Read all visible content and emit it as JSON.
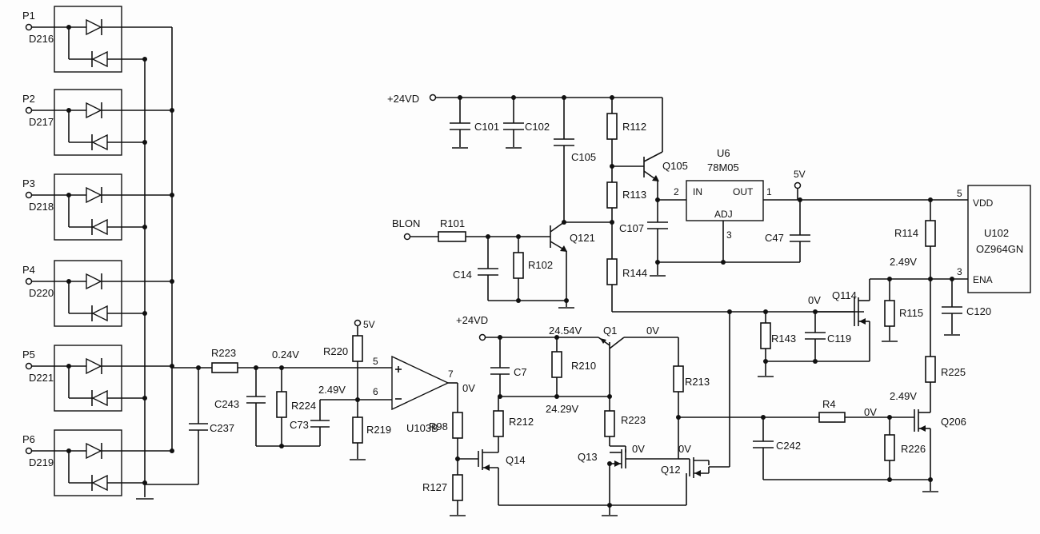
{
  "ports": [
    {
      "port": "P1",
      "diode": "D216"
    },
    {
      "port": "P2",
      "diode": "D217"
    },
    {
      "port": "P3",
      "diode": "D218"
    },
    {
      "port": "P4",
      "diode": "D220"
    },
    {
      "port": "P5",
      "diode": "D221"
    },
    {
      "port": "P6",
      "diode": "D219"
    }
  ],
  "power": {
    "v24_top": "+24VD",
    "v24_bottom": "+24VD",
    "v5_u6": "5V",
    "v5_comp": "5V"
  },
  "signals": {
    "blon": "BLON"
  },
  "ics": {
    "u6_name": "U6",
    "u6_part": "78M05",
    "u6_in": "IN",
    "u6_out": "OUT",
    "u6_adj": "ADJ",
    "u6_pin_in": "2",
    "u6_pin_out": "1",
    "u6_pin_adj": "3",
    "u102_name": "U102",
    "u102_part": "OZ964GN",
    "u102_vdd": "VDD",
    "u102_ena": "ENA",
    "u102_pin_vdd": "5",
    "u102_pin_ena": "3",
    "u103_name": "U103B",
    "u103_pin_pos": "5",
    "u103_pin_neg": "6",
    "u103_pin_out": "7"
  },
  "components": {
    "c101": "C101",
    "c102": "C102",
    "c105": "C105",
    "r112": "R112",
    "r113": "R113",
    "r144": "R144",
    "q105": "Q105",
    "c107": "C107",
    "c47": "C47",
    "r101": "R101",
    "r102": "R102",
    "c14": "C14",
    "q121": "Q121",
    "r114": "R114",
    "q114": "Q114",
    "r115": "R115",
    "c120": "C120",
    "r143": "R143",
    "c119": "C119",
    "r225": "R225",
    "q206": "Q206",
    "r226": "R226",
    "r4": "R4",
    "c242": "C242",
    "r223a": "R223",
    "r223b": "R223",
    "c243": "C243",
    "r224": "R224",
    "c73": "C73",
    "r220": "R220",
    "r219": "R219",
    "c237": "C237",
    "r98": "R98",
    "r127": "R127",
    "q14": "Q14",
    "c7": "C7",
    "r210": "R210",
    "r212": "R212",
    "q1": "Q1",
    "q13": "Q13",
    "r213": "R213",
    "q12": "Q12"
  },
  "voltages": {
    "v_024": "0.24V",
    "v_249_comp": "2.49V",
    "v_0_out": "0V",
    "v_2454": "24.54V",
    "v_2429": "24.29V",
    "v_0_q1": "0V",
    "v_0_q13": "0V",
    "v_0_q12": "0V",
    "v_0_q114": "0V",
    "v_249_ena": "2.49V",
    "v_0_r4": "0V",
    "v_249_q206": "2.49V"
  }
}
